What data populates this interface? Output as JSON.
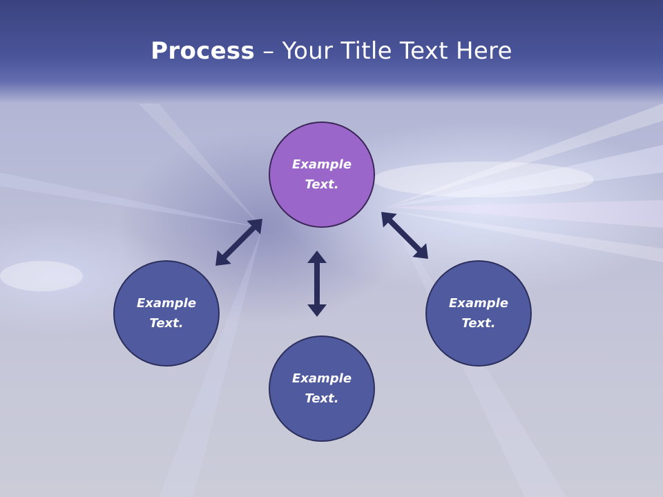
{
  "slide": {
    "title_bold": "Process",
    "title_rest": " – Your Title Text Here"
  },
  "nodes": {
    "top": {
      "line1": "Example",
      "line2": "Text."
    },
    "left": {
      "line1": "Example",
      "line2": "Text."
    },
    "right": {
      "line1": "Example",
      "line2": "Text."
    },
    "bottom": {
      "line1": "Example",
      "line2": "Text."
    }
  },
  "colors": {
    "header": "#3f4888",
    "node_fill": "#4f5b9e",
    "node_top_fill": "#9b66c9",
    "arrow": "#2a2d5a"
  }
}
